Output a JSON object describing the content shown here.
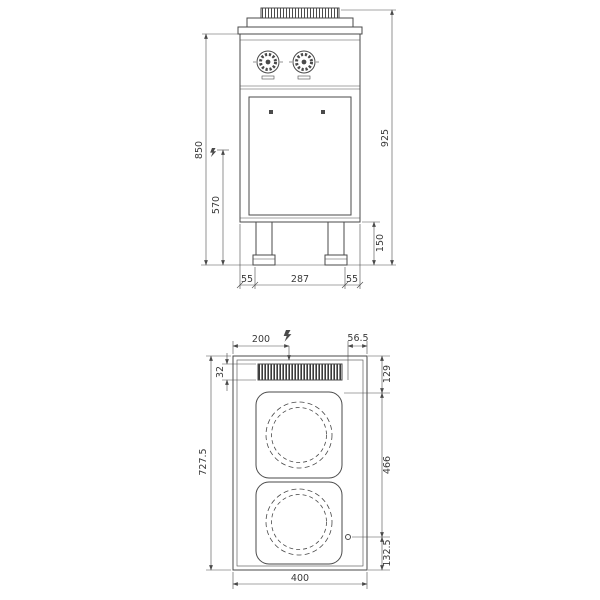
{
  "drawing": {
    "title": "two-plate electric range dimensional drawing",
    "colors": {
      "bg": "#ffffff",
      "line": "#4a4a4a",
      "text": "#3a3a3a"
    },
    "front_view": {
      "dims": {
        "overall_height": "925",
        "body_height": "850",
        "inlet_height": "570",
        "leg_height": "150",
        "base_left": "55",
        "base_center": "287",
        "base_right": "55"
      }
    },
    "plan_view": {
      "dims": {
        "inlet_offset": "200",
        "terminal_right_offset": "56.5",
        "terminal_depth": "32",
        "rear_offset": "129",
        "plate_span": "466",
        "front_offset": "132.5",
        "depth": "727.5",
        "width": "400"
      }
    },
    "icons": {
      "power_plan": "lightning-bolt",
      "power_front": "lightning-bolt"
    }
  }
}
